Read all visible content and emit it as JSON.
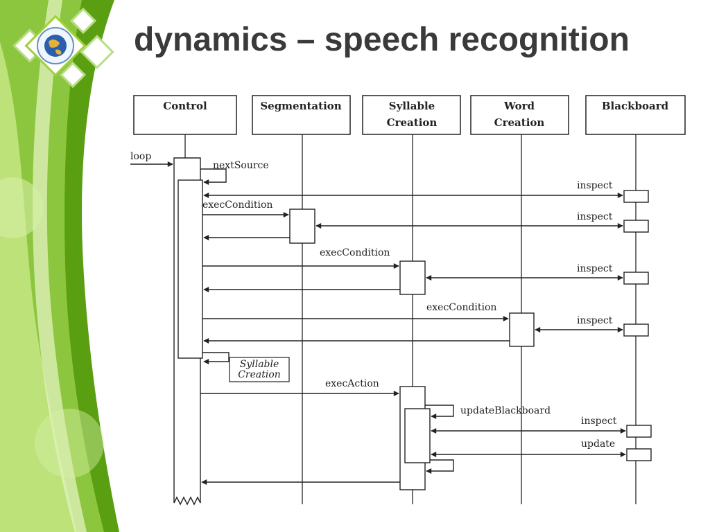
{
  "slide": {
    "title": "dynamics – speech recognition",
    "colors": {
      "green_dark": "#5a9e12",
      "green_light": "#9fd13a",
      "green_pale": "#c9e98a",
      "title_text": "#3a3a3a"
    },
    "logo_icon": "globe-emblem-icon"
  },
  "diagram": {
    "type": "sequence-diagram",
    "lifelines": [
      {
        "id": "control",
        "lines": [
          "Control"
        ]
      },
      {
        "id": "segmentation",
        "lines": [
          "Segmentation"
        ]
      },
      {
        "id": "syllable",
        "lines": [
          "Syllable",
          "Creation"
        ]
      },
      {
        "id": "word",
        "lines": [
          "Word",
          "Creation"
        ]
      },
      {
        "id": "blackboard",
        "lines": [
          "Blackboard"
        ]
      }
    ],
    "messages": {
      "loop": "loop",
      "nextSource": "nextSource",
      "inspect": "inspect",
      "execCondition": "execCondition",
      "execAction": "execAction",
      "updateBlackboard": "updateBlackboard",
      "update": "update"
    },
    "note": {
      "lines": [
        "Syllable",
        "Creation"
      ]
    }
  }
}
